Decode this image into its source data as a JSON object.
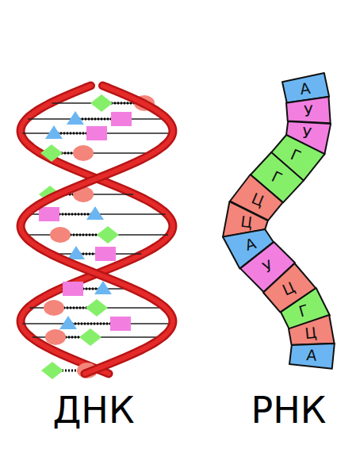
{
  "diagram": {
    "nodes": [
      {
        "text": [
          "А"
        ]
      },
      {
        "text": [
          "У"
        ]
      },
      {
        "text": [
          "У"
        ]
      },
      {
        "text": [
          "Г"
        ]
      },
      {
        "text": [
          "Г"
        ]
      },
      {
        "text": [
          "Ц"
        ]
      },
      {
        "text": [
          "Ц"
        ]
      },
      {
        "text": [
          "А"
        ]
      },
      {
        "text": [
          "У"
        ]
      },
      {
        "text": [
          "Ц"
        ]
      },
      {
        "text": [
          "Г"
        ]
      },
      {
        "text": [
          "Ц"
        ]
      },
      {
        "text": [
          "А"
        ]
      }
    ],
    "labels": [
      "ДНК",
      "РНК"
    ]
  }
}
